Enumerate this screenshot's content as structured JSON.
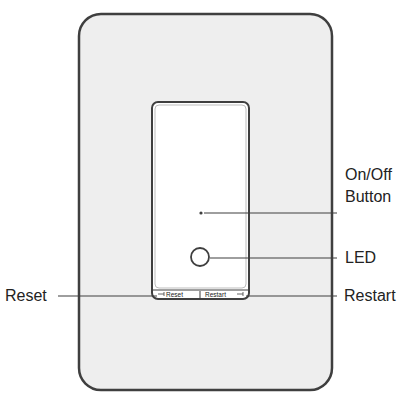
{
  "diagram": {
    "labels": [
      "On/Off Button",
      "LED",
      "Reset",
      "Restart",
      "Reset",
      "Restart"
    ]
  }
}
